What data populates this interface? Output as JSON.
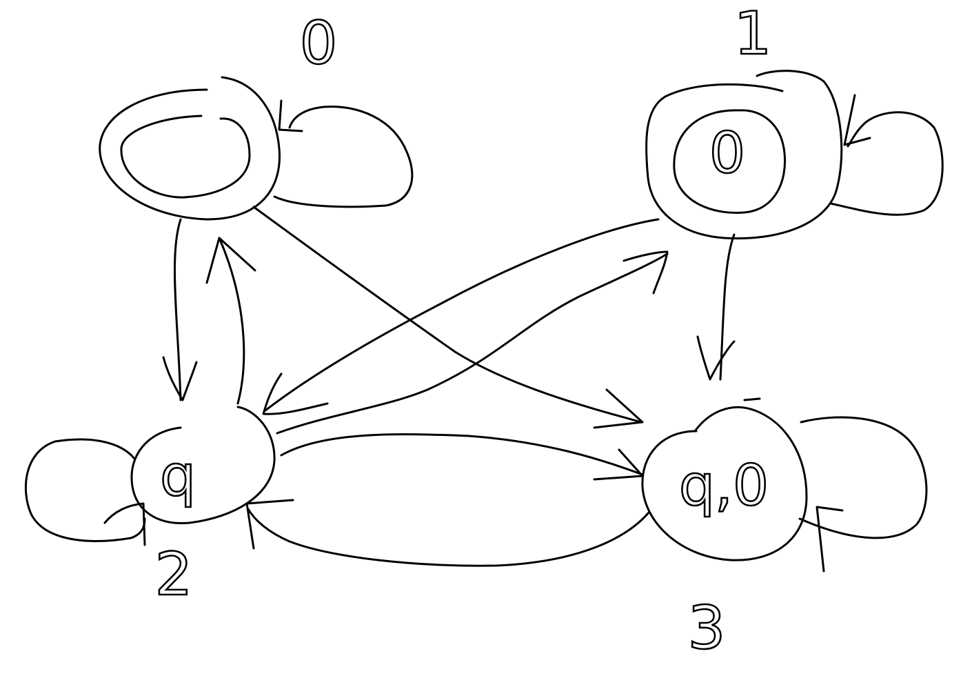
{
  "diagram": {
    "type": "state-diagram",
    "ink_color": "#000000",
    "background_color": "#ffffff",
    "states": [
      {
        "id": "s0",
        "name": "0",
        "symbol": "",
        "accepting": true
      },
      {
        "id": "s1",
        "name": "1",
        "symbol": "0",
        "accepting": true
      },
      {
        "id": "s2",
        "name": "2",
        "symbol": "q",
        "accepting": false
      },
      {
        "id": "s3",
        "name": "3",
        "symbol": "q,0",
        "accepting": false
      }
    ],
    "transitions": [
      {
        "from": "s0",
        "to": "s0",
        "kind": "self-loop"
      },
      {
        "from": "s1",
        "to": "s1",
        "kind": "self-loop"
      },
      {
        "from": "s2",
        "to": "s2",
        "kind": "self-loop"
      },
      {
        "from": "s3",
        "to": "s3",
        "kind": "self-loop"
      },
      {
        "from": "s0",
        "to": "s2"
      },
      {
        "from": "s2",
        "to": "s0"
      },
      {
        "from": "s0",
        "to": "s3"
      },
      {
        "from": "s1",
        "to": "s2"
      },
      {
        "from": "s2",
        "to": "s1"
      },
      {
        "from": "s1",
        "to": "s3"
      },
      {
        "from": "s2",
        "to": "s3"
      },
      {
        "from": "s3",
        "to": "s2"
      }
    ]
  }
}
